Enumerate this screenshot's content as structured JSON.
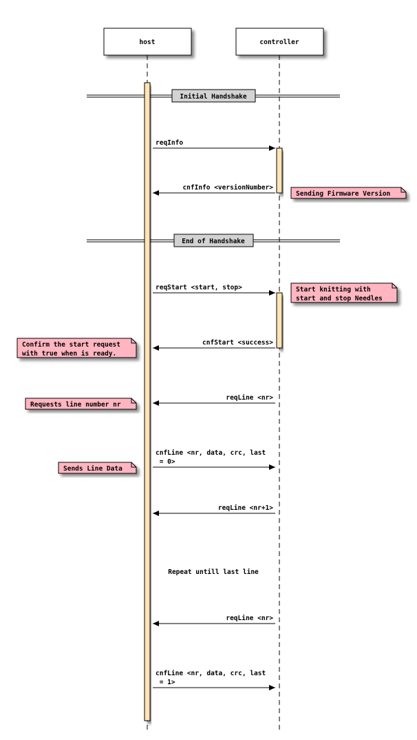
{
  "participants": [
    {
      "id": "host",
      "label": "host"
    },
    {
      "id": "controller",
      "label": "controller"
    }
  ],
  "colors": {
    "activation": "#ffe4b5",
    "note": "#ffb6c1",
    "divider_box": "#d3d3d3",
    "line": "#000000"
  },
  "dividers": [
    {
      "label": "Initial Handshake"
    },
    {
      "label": "End of Handshake"
    }
  ],
  "messages": [
    {
      "from": "host",
      "to": "controller",
      "lines": [
        "reqInfo"
      ]
    },
    {
      "from": "controller",
      "to": "host",
      "lines": [
        "cnfInfo <versionNumber>"
      ]
    },
    {
      "from": "host",
      "to": "controller",
      "lines": [
        "reqStart <start, stop>"
      ]
    },
    {
      "from": "controller",
      "to": "host",
      "lines": [
        "cnfStart <success>"
      ]
    },
    {
      "from": "controller",
      "to": "host",
      "lines": [
        "reqLine <nr>"
      ]
    },
    {
      "from": "host",
      "to": "controller",
      "lines": [
        "cnfLine <nr, data, crc, last",
        " = 0>"
      ]
    },
    {
      "from": "controller",
      "to": "host",
      "lines": [
        "reqLine <nr+1>"
      ]
    },
    {
      "from": "controller",
      "to": "host",
      "lines": [
        "reqLine <nr>"
      ]
    },
    {
      "from": "host",
      "to": "controller",
      "lines": [
        "cnfLine <nr, data, crc, last",
        " = 1>"
      ]
    }
  ],
  "notes": [
    {
      "side": "right",
      "lines": [
        "Sending Firmware Version"
      ]
    },
    {
      "side": "right",
      "lines": [
        "Start knitting with",
        "start and stop Needles"
      ]
    },
    {
      "side": "left",
      "lines": [
        "Confirm the start request",
        "with true when is ready."
      ]
    },
    {
      "side": "left",
      "lines": [
        "Requests line number nr"
      ]
    },
    {
      "side": "left",
      "lines": [
        "Sends Line Data"
      ]
    }
  ],
  "delay_text": "Repeat untill last line"
}
